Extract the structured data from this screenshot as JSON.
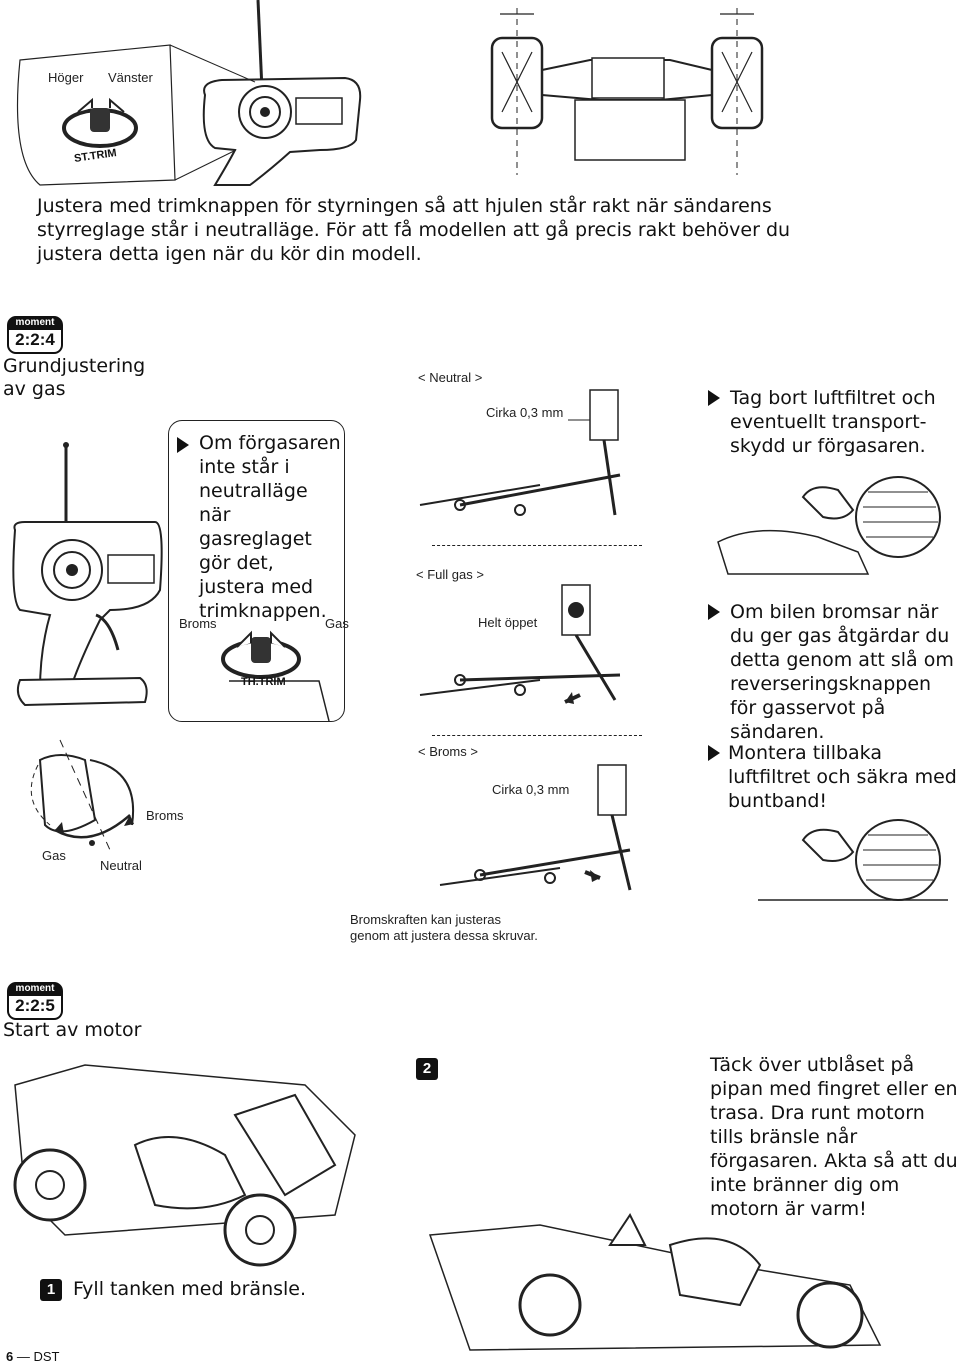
{
  "steering": {
    "label_right": "Höger",
    "label_left": "Vänster",
    "knob_label": "ST.TRIM",
    "paragraph": "Justera med trimknappen för styrningen så att hjulen står rakt när sändarens styrreglage står i neutralläge. För att få modellen att gå precis rakt behöver du justera detta igen när du kör din modell."
  },
  "section_224": {
    "badge_top": "moment",
    "badge_num": "2:2:4",
    "title": "Grundjustering av gas",
    "bullet": "Om förgasaren inte står i neutralläge när gasreglaget gör det, justera med trimknappen.",
    "trim_labels": {
      "broms": "Broms",
      "gas": "Gas",
      "knob": "TH.TRIM"
    },
    "trigger_labels": {
      "gas": "Gas",
      "neutral": "Neutral",
      "broms": "Broms"
    },
    "linkage": {
      "neutral_title": "< Neutral >",
      "neutral_note": "Cirka 0,3 mm",
      "fullgas_title": "< Full gas >",
      "fullgas_note": "Helt öppet",
      "broms_title": "< Broms >",
      "broms_note": "Cirka 0,3 mm",
      "caption": "Bromskraften kan justeras genom att justera dessa skruvar."
    },
    "right_bullets": [
      "Tag bort luftfiltret och eventuellt transport-skydd ur förgasaren.",
      "Om bilen bromsar när du ger gas åtgärdar du detta genom att slå om reverseringsknappen för gasservot på sändaren.",
      "Montera tillbaka luftfiltret och säkra med buntband!"
    ]
  },
  "section_225": {
    "badge_top": "moment",
    "badge_num": "2:2:5",
    "title": "Start av motor",
    "step1_num": "1",
    "step1_text": "Fyll tanken med bränsle.",
    "step2_num": "2",
    "step2_text": "Täck över utblåset på pipan med fingret eller en trasa. Dra runt motorn tills bränsle når förgasaren. Akta så att du inte bränner dig om motorn är varm!"
  },
  "footer": {
    "page": "6",
    "brand": "— DST"
  }
}
